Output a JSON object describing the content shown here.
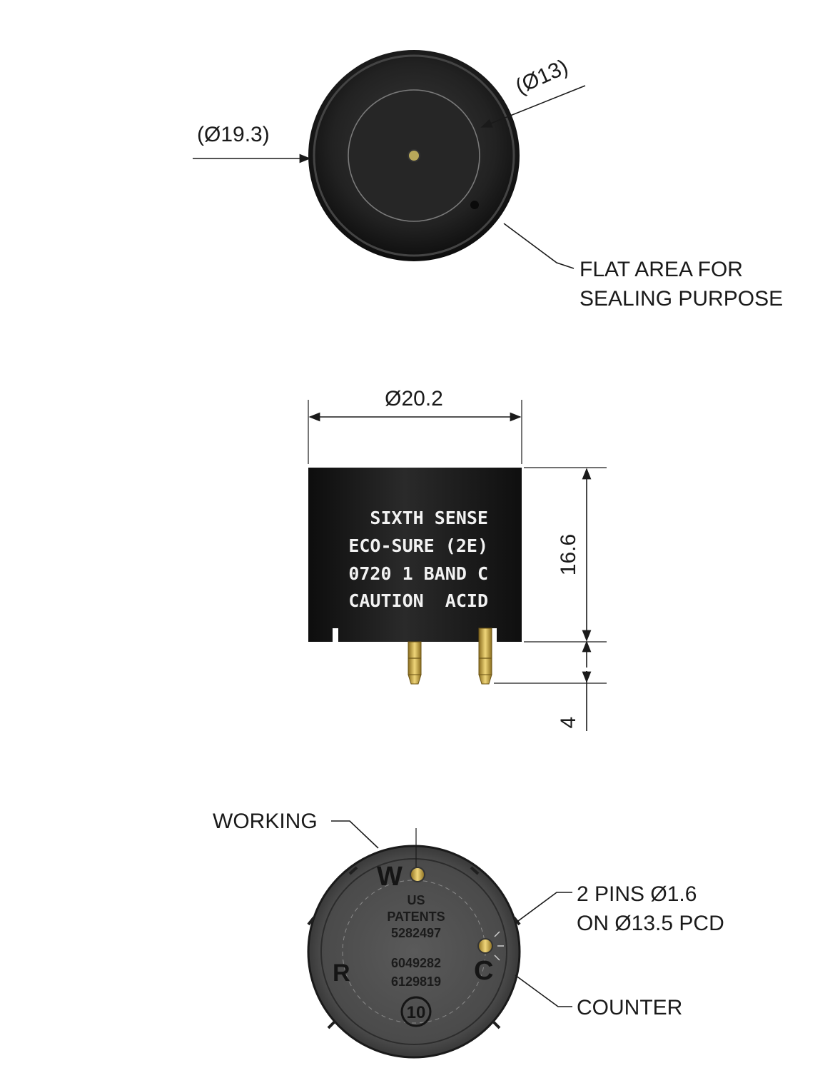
{
  "top_view": {
    "inner_diameter": "(Ø13)",
    "outer_diameter": "(Ø19.3)",
    "flat_area_label": [
      "FLAT AREA FOR",
      "SEALING PURPOSE"
    ]
  },
  "side_view": {
    "diameter": "Ø20.2",
    "height": "16.6",
    "pin_length": "4",
    "print_lines": [
      "SIXTH SENSE",
      "ECO-SURE (2E)",
      "0720 1 BAND C",
      "CAUTION  ACID"
    ]
  },
  "bottom_view": {
    "working_label": "WORKING",
    "pins_label": [
      "2 PINS Ø1.6",
      "ON Ø13.5 PCD"
    ],
    "counter_label": "COUNTER",
    "pin_w": "W",
    "pin_r": "R",
    "pin_c": "C",
    "emboss_lines": [
      "US",
      "PATENTS",
      "5282497",
      "6049282",
      "6129819"
    ],
    "circle_number": "10"
  },
  "colors": {
    "body_dark": "#1c1c1c",
    "pin_gold": "#c9a646",
    "line": "#1a1a1a"
  }
}
